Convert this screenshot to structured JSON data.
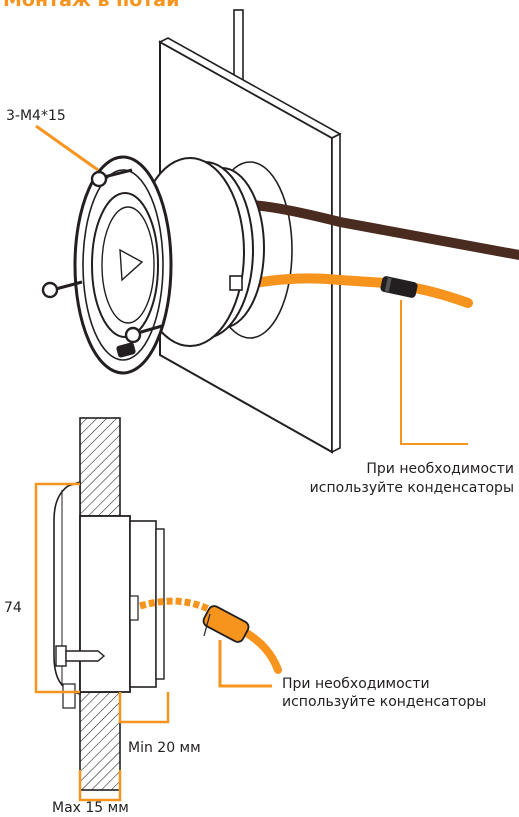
{
  "title": "Монтаж в потай",
  "colors": {
    "accent": "#f7941d",
    "cable_dark": "#4a2b20",
    "line": "#231f20"
  },
  "top_view": {
    "screw_label": "3-M4*15",
    "capacitor_note_line1": "При необходимости",
    "capacitor_note_line2": "используйте конденсаторы"
  },
  "side_view": {
    "height_label": "74",
    "capacitor_note_line1": "При необходимости",
    "capacitor_note_line2": "используйте конденсаторы",
    "min_depth_label": "Min 20 мм",
    "max_wall_label": "Max 15 мм"
  }
}
